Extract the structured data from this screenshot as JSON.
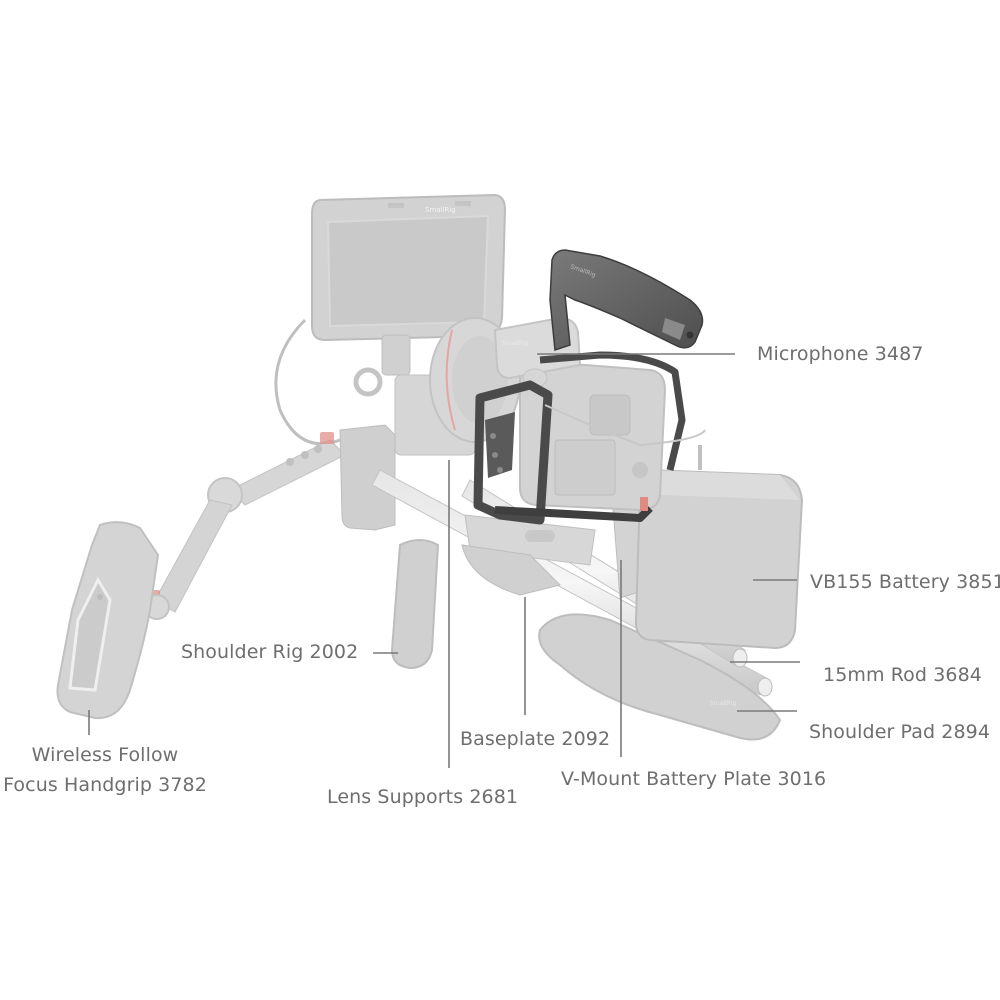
{
  "figure": {
    "subject": "camera shoulder rig kit product callout diagram",
    "highlighted_part": "camera cage with top handle",
    "brand_mark": "SmallRig"
  },
  "labels": [
    {
      "id": "microphone",
      "text": "Microphone 3487"
    },
    {
      "id": "vb155-battery",
      "text": "VB155 Battery 3851"
    },
    {
      "id": "rod-15mm",
      "text": "15mm Rod 3684"
    },
    {
      "id": "shoulder-pad",
      "text": "Shoulder Pad 2894"
    },
    {
      "id": "shoulder-rig",
      "text": "Shoulder Rig 2002"
    },
    {
      "id": "baseplate",
      "text": "Baseplate 2092"
    },
    {
      "id": "vmount-plate",
      "text": "V-Mount Battery Plate 3016"
    },
    {
      "id": "lens-supports",
      "text": "Lens Supports 2681"
    },
    {
      "id": "follow-focus",
      "text_line1": "Wireless Follow",
      "text_line2": "Focus Handgrip 3782"
    }
  ],
  "colors": {
    "label_text": "#6e6e6e",
    "leader_line": "#7a7a7a",
    "ghost_part": "#d4d4d4",
    "ghost_edge": "#bdbdbd",
    "cage_dark": "#4a4a4a",
    "handle_grey": "#6b6b6b",
    "accent_red": "#e08a85"
  }
}
